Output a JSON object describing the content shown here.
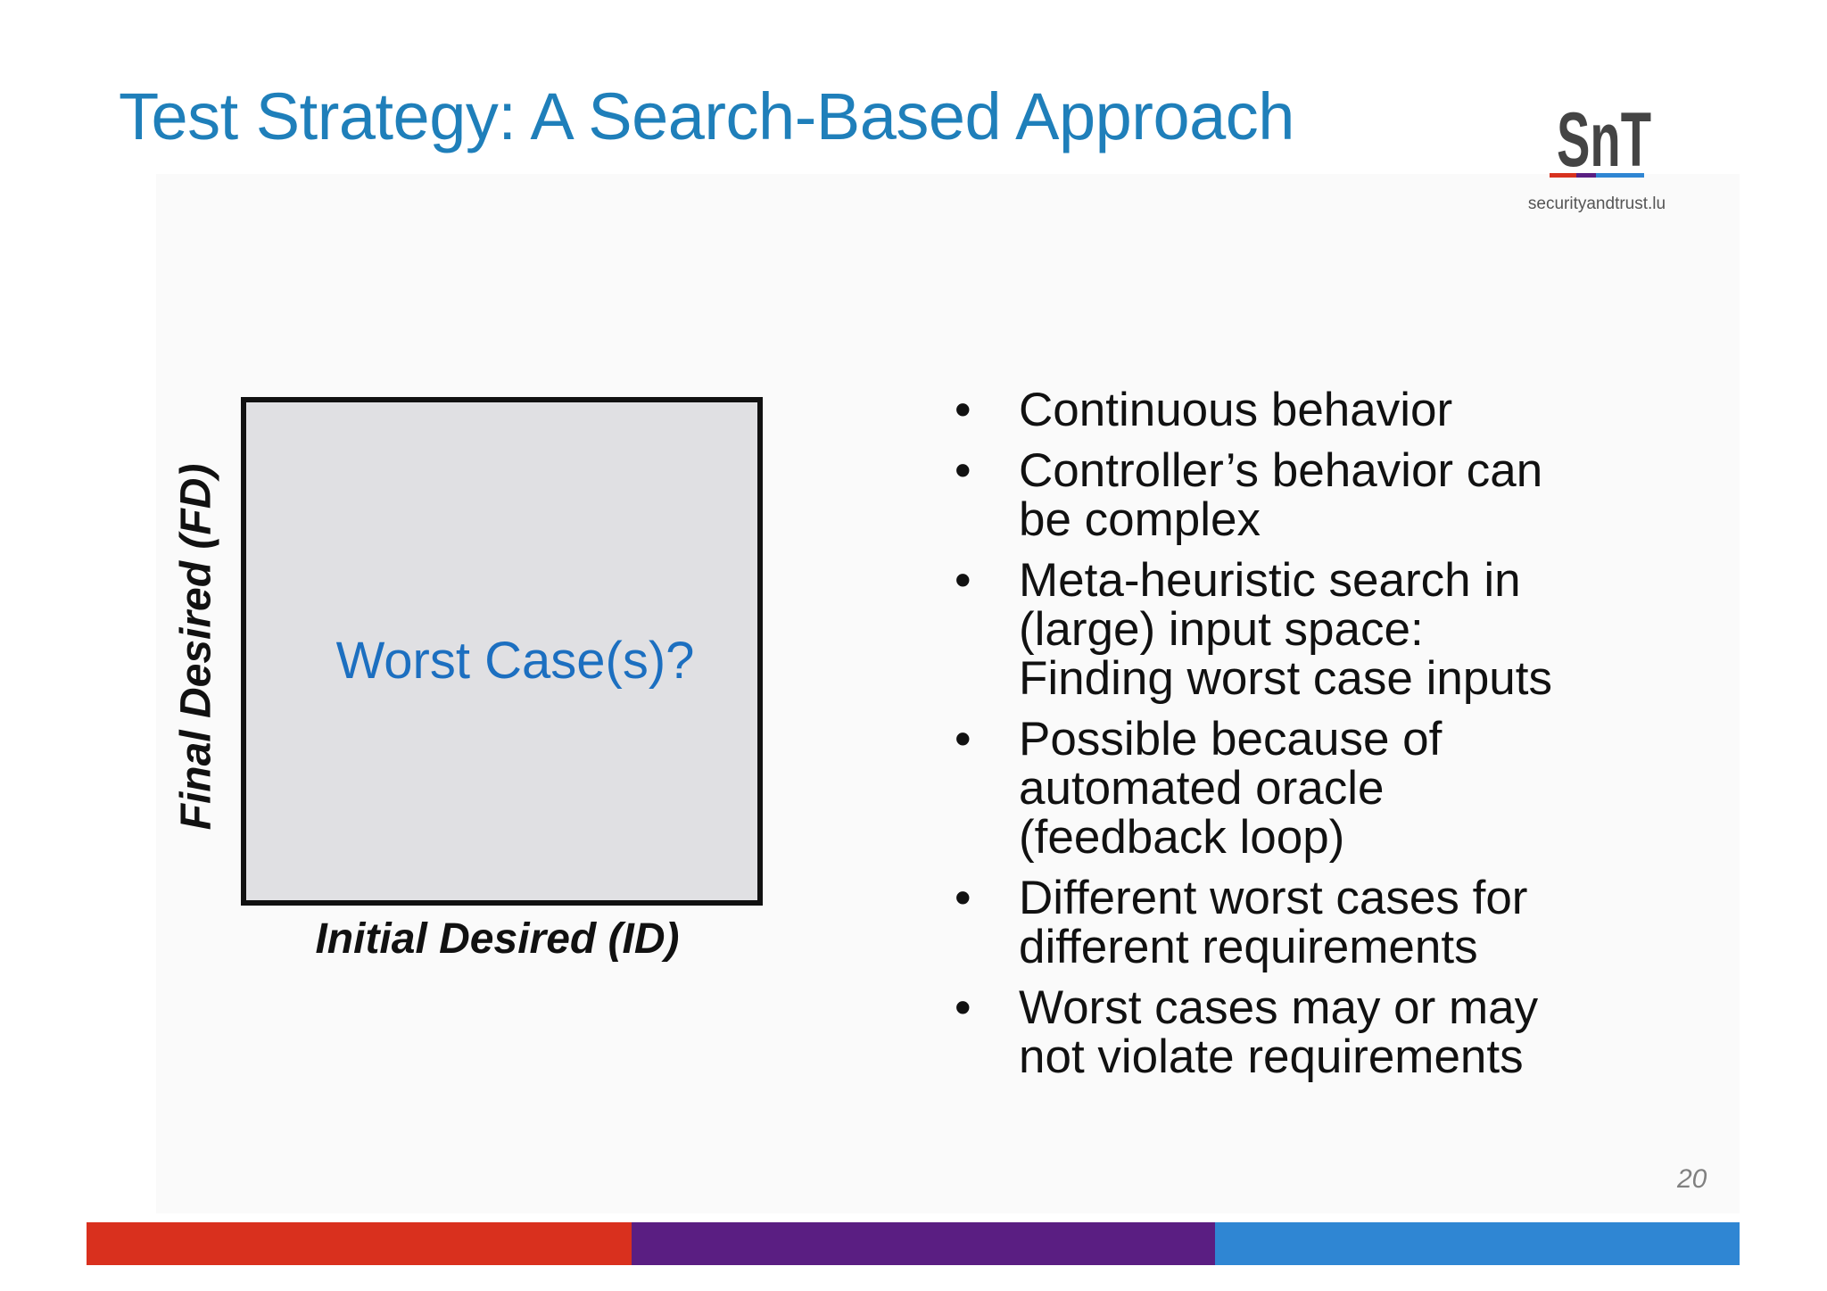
{
  "slide": {
    "title": "Test Strategy: A Search-Based Approach",
    "page_number": "20"
  },
  "logo": {
    "mark": "SnT",
    "text": "securityandtrust.lu",
    "colors": {
      "red": "#d7321f",
      "purple": "#5a1f82",
      "blue": "#2f86d3",
      "mark": "#444444"
    }
  },
  "diagram": {
    "box_label": "Worst Case(s)?",
    "x_axis_label": "Initial Desired (ID)",
    "y_axis_label": "Final Desired (FD)"
  },
  "bullet_symbol": "•",
  "bullets": [
    {
      "lines": [
        "Continuous behavior"
      ]
    },
    {
      "lines": [
        "Controller’s behavior can",
        "be complex"
      ]
    },
    {
      "lines": [
        "Meta-heuristic search in",
        "(large) input space:",
        "Finding worst case inputs"
      ]
    },
    {
      "lines": [
        "Possible because of",
        "automated oracle",
        "(feedback loop)"
      ]
    },
    {
      "lines": [
        "Different worst cases for",
        "different requirements"
      ]
    },
    {
      "lines": [
        "Worst cases may or may",
        "not violate requirements"
      ]
    }
  ],
  "footer": {
    "colors": [
      "#d9301e",
      "#5a1e82",
      "#2f86d3"
    ]
  },
  "colors": {
    "title": "#1f7fba",
    "box_fill": "#e0e0e3",
    "box_label": "#1c6fc0"
  }
}
